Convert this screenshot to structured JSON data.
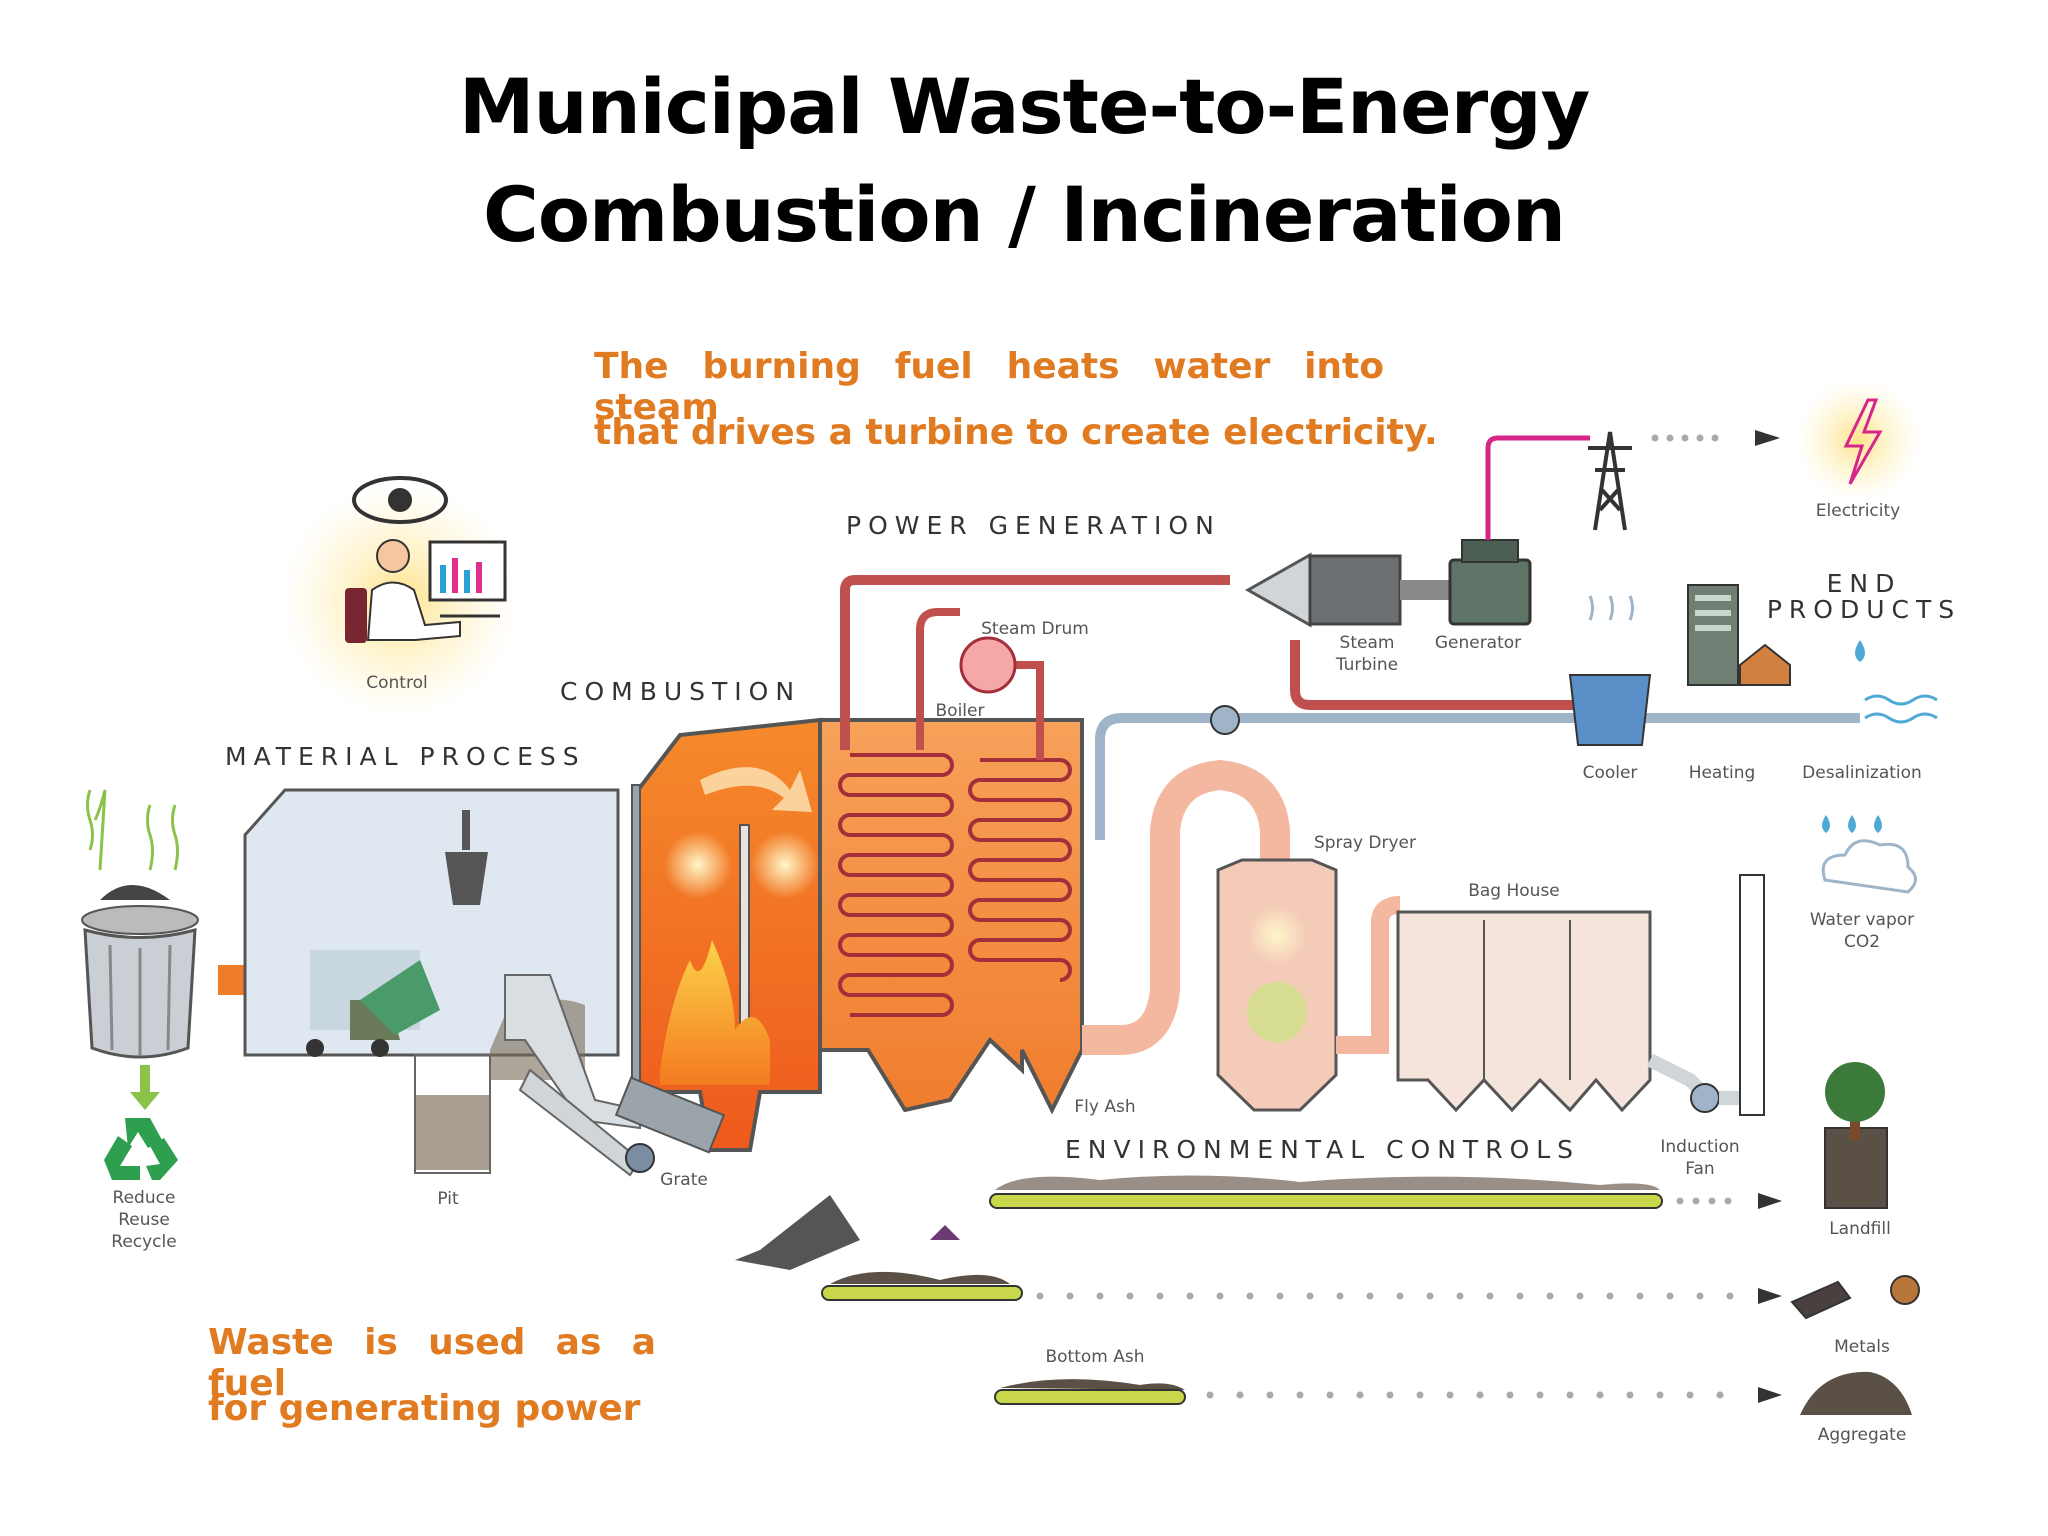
{
  "title": {
    "line1": "Municipal Waste-to-Energy",
    "line2": "Combustion / Incineration"
  },
  "captions": {
    "steam_line1": "The burning fuel heats water into steam",
    "steam_line2": "that drives a turbine to create electricity.",
    "waste_line1": "Waste is used as a fuel",
    "waste_line2": "for generating power"
  },
  "sections": {
    "power_generation": "POWER GENERATION",
    "combustion": "COMBUSTION",
    "material_process": "MATERIAL PROCESS",
    "end_products_1": "END",
    "end_products_2": "PRODUCTS",
    "environmental_controls": "ENVIRONMENTAL CONTROLS"
  },
  "labels": {
    "control": "Control",
    "steam_drum": "Steam Drum",
    "boiler": "Boiler",
    "steam_turbine_1": "Steam",
    "steam_turbine_2": "Turbine",
    "generator": "Generator",
    "electricity": "Electricity",
    "cooler": "Cooler",
    "heating": "Heating",
    "desalinization": "Desalinization",
    "spray_dryer": "Spray Dryer",
    "bag_house": "Bag House",
    "water_vapor_1": "Water vapor",
    "water_vapor_2": "CO2",
    "fly_ash": "Fly Ash",
    "induction_fan_1": "Induction",
    "induction_fan_2": "Fan",
    "landfill": "Landfill",
    "metals": "Metals",
    "aggregate": "Aggregate",
    "bottom_ash": "Bottom Ash",
    "grate": "Grate",
    "pit": "Pit",
    "recycle_1": "Reduce",
    "recycle_2": "Reuse",
    "recycle_3": "Recycle"
  },
  "colors": {
    "caption_orange": "#e07b22",
    "pipe_red": "#c0504d",
    "pipe_blue": "#9fb4c8",
    "fire_orange": "#f26d21",
    "conveyor_green": "#c8d84a",
    "electric_magenta": "#d6268a"
  }
}
